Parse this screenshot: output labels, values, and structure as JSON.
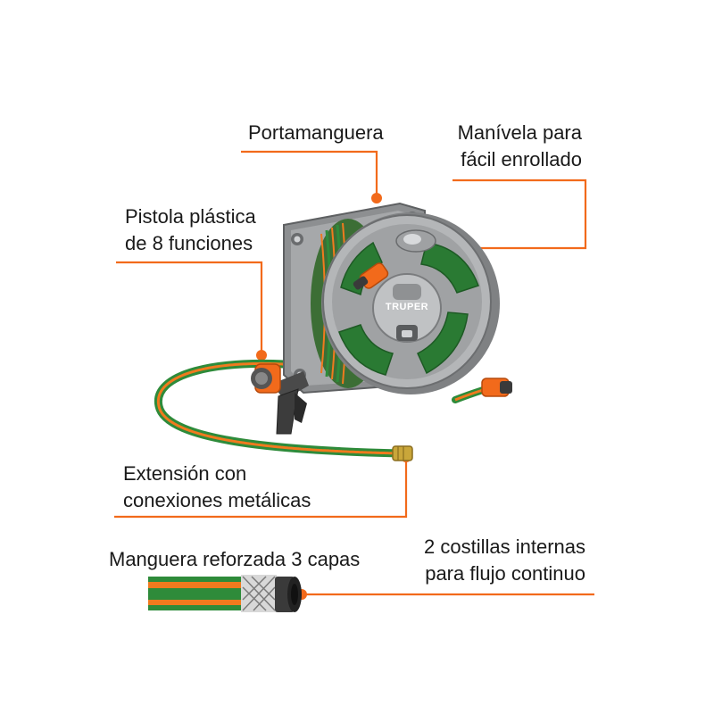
{
  "labels": {
    "portamanguera": "Portamanguera",
    "manivela_l1": "Manívela para",
    "manivela_l2": "fácil enrollado",
    "pistola_l1": "Pistola plástica",
    "pistola_l2": "de 8 funciones",
    "extension_l1": "Extensión con",
    "extension_l2": "conexiones metálicas",
    "manguera": "Manguera reforzada 3 capas",
    "costillas_l1": "2 costillas internas",
    "costillas_l2": "para flujo continuo"
  },
  "brand": {
    "logo_text": "TRUPER"
  },
  "colors": {
    "accent": "#f26a1b",
    "hose_green": "#2e8b3a",
    "hose_orange": "#f07a1e",
    "reel_gray": "#9a9c9e",
    "text": "#1a1a1a"
  }
}
